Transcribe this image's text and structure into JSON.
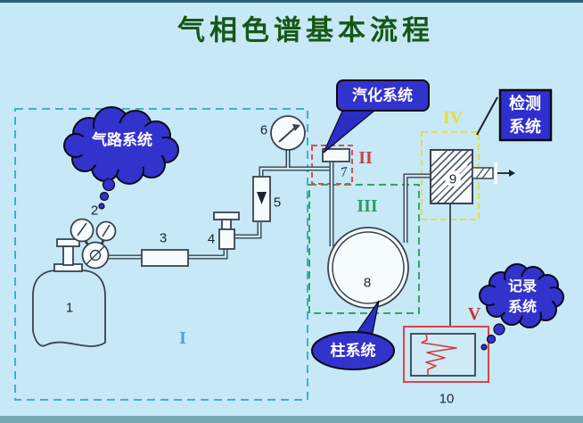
{
  "title": "气相色谱基本流程",
  "callouts": {
    "gas_path": "气路系统",
    "vaporization": "汽化系统",
    "detection": [
      "检测",
      "系统"
    ],
    "column": "柱系统",
    "recording": [
      "记录",
      "系统"
    ]
  },
  "regions": [
    {
      "numeral": "I",
      "meaning": "gas-path-region",
      "color": "#3fa8d4"
    },
    {
      "numeral": "II",
      "meaning": "vaporization-region",
      "color": "#d04040"
    },
    {
      "numeral": "III",
      "meaning": "column-region",
      "color": "#28a060"
    },
    {
      "numeral": "IV",
      "meaning": "detection-region",
      "color": "#e2de3e"
    },
    {
      "numeral": "V",
      "meaning": "recording-region",
      "color": "#d03030"
    }
  ],
  "components": [
    {
      "num": "1",
      "name": "gas-cylinder"
    },
    {
      "num": "2",
      "name": "pressure-regulator"
    },
    {
      "num": "3",
      "name": "purifier"
    },
    {
      "num": "4",
      "name": "needle-valve"
    },
    {
      "num": "5",
      "name": "flow-meter"
    },
    {
      "num": "6",
      "name": "pressure-gauge"
    },
    {
      "num": "7",
      "name": "injection-port"
    },
    {
      "num": "8",
      "name": "chromatography-column"
    },
    {
      "num": "9",
      "name": "detector"
    },
    {
      "num": "10",
      "name": "recorder"
    }
  ],
  "colors": {
    "background": "#c7e8f6",
    "callout_blue": "#3232cd",
    "title_green": "#155815",
    "diagram_stroke": "#39434e",
    "trace_red": "#d23c3c",
    "bottom_bar": "#74a9b4"
  }
}
